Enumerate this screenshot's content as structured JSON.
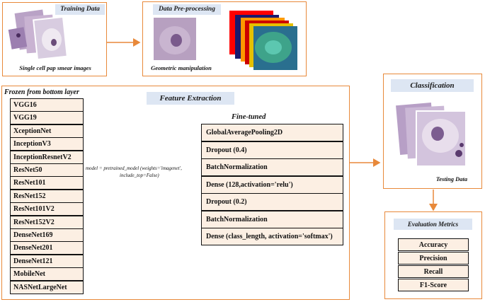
{
  "training": {
    "title": "Training Data",
    "caption": "Single cell pap smear images"
  },
  "preprocessing": {
    "title": "Data Pre-processing",
    "caption": "Geometric manipulation"
  },
  "feature": {
    "title": "Feature Extraction",
    "frozen_label": "Frozen from bottom layer",
    "models": [
      "VGG16",
      "VGG19",
      "XceptionNet",
      "InceptionV3",
      "InceptionResnetV2",
      "ResNet50",
      "ResNet101",
      "ResNet152",
      "ResNet101V2",
      "ResNet152V2",
      "DenseNet169",
      "DenseNet201",
      "DenseNet121",
      "MobileNet",
      "NASNetLargeNet"
    ],
    "code_line1": "model = pretrained_model (weights='imagenet',",
    "code_line2": "include_top=False)",
    "finetuned_label": "Fine-tuned",
    "layers": [
      "GlobalAveragePooling2D",
      "Dropout (0.4)",
      "BatchNormalization",
      "Dense (128,activation='relu')",
      "Dropout (0.2)",
      "BatchNormalization",
      "Dense (class_length, activation='softmax')"
    ]
  },
  "classification": {
    "title": "Classification",
    "caption": "Testing Data"
  },
  "evaluation": {
    "title": "Evaluation Metrics",
    "metrics": [
      "Accuracy",
      "Precision",
      "Recall",
      "F1-Score"
    ]
  },
  "colors": {
    "border": "#e8893a",
    "label_bg": "#dde6f3",
    "cell_bg": "#fcefe3"
  }
}
